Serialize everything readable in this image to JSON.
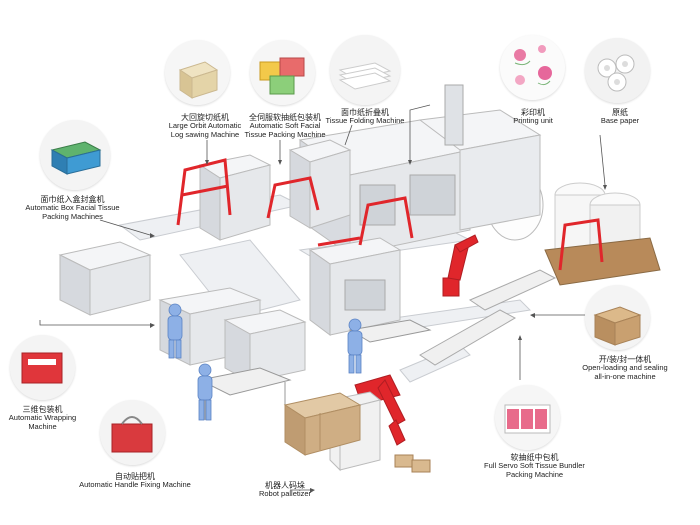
{
  "labels": {
    "log_saw": {
      "cn": "大回旋切纸机",
      "en": "Large Orbit Automatic\nLog sawing Machine"
    },
    "soft_pack": {
      "cn": "全伺服软抽纸包装机",
      "en": "Automatic Soft Facial\nTissue Packing Machine"
    },
    "folding": {
      "cn": "面巾纸折叠机",
      "en": "Tissue Folding Machine"
    },
    "printing": {
      "cn": "彩印机",
      "en": "Printing unit"
    },
    "base_paper": {
      "cn": "原纸",
      "en": "Base paper"
    },
    "box_pack": {
      "cn": "面巾纸入盒封盒机",
      "en": "Automatic Box Facial Tissue\nPacking Machines"
    },
    "open_seal": {
      "cn": "开/装/封一体机",
      "en": "Open-loading and sealing\nall-in-one machine"
    },
    "wrapping": {
      "cn": "三维包装机",
      "en": "Automatic Wrapping\nMachine"
    },
    "handle": {
      "cn": "自动贴把机",
      "en": "Automatic Handle Fixing Machine"
    },
    "palletizer": {
      "cn": "机器人码垛",
      "en": "Robot palletizer"
    },
    "bundler": {
      "cn": "软抽纸中包机",
      "en": "Full Servo Soft Tissue Bundler\nPacking Machine"
    }
  },
  "colors": {
    "accent": "#e0262b",
    "machine": "#e9ebee",
    "line": "#555555"
  }
}
